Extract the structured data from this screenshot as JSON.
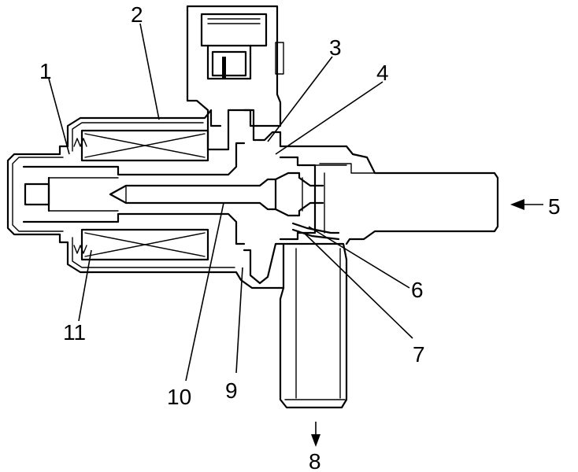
{
  "labels": {
    "l1": "1",
    "l2": "2",
    "l3": "3",
    "l4": "4",
    "l5": "5",
    "l6": "6",
    "l7": "7",
    "l8": "8",
    "l9": "9",
    "l10": "10",
    "l11": "11"
  },
  "colors": {
    "ink": "#000000",
    "paper": "#ffffff"
  }
}
